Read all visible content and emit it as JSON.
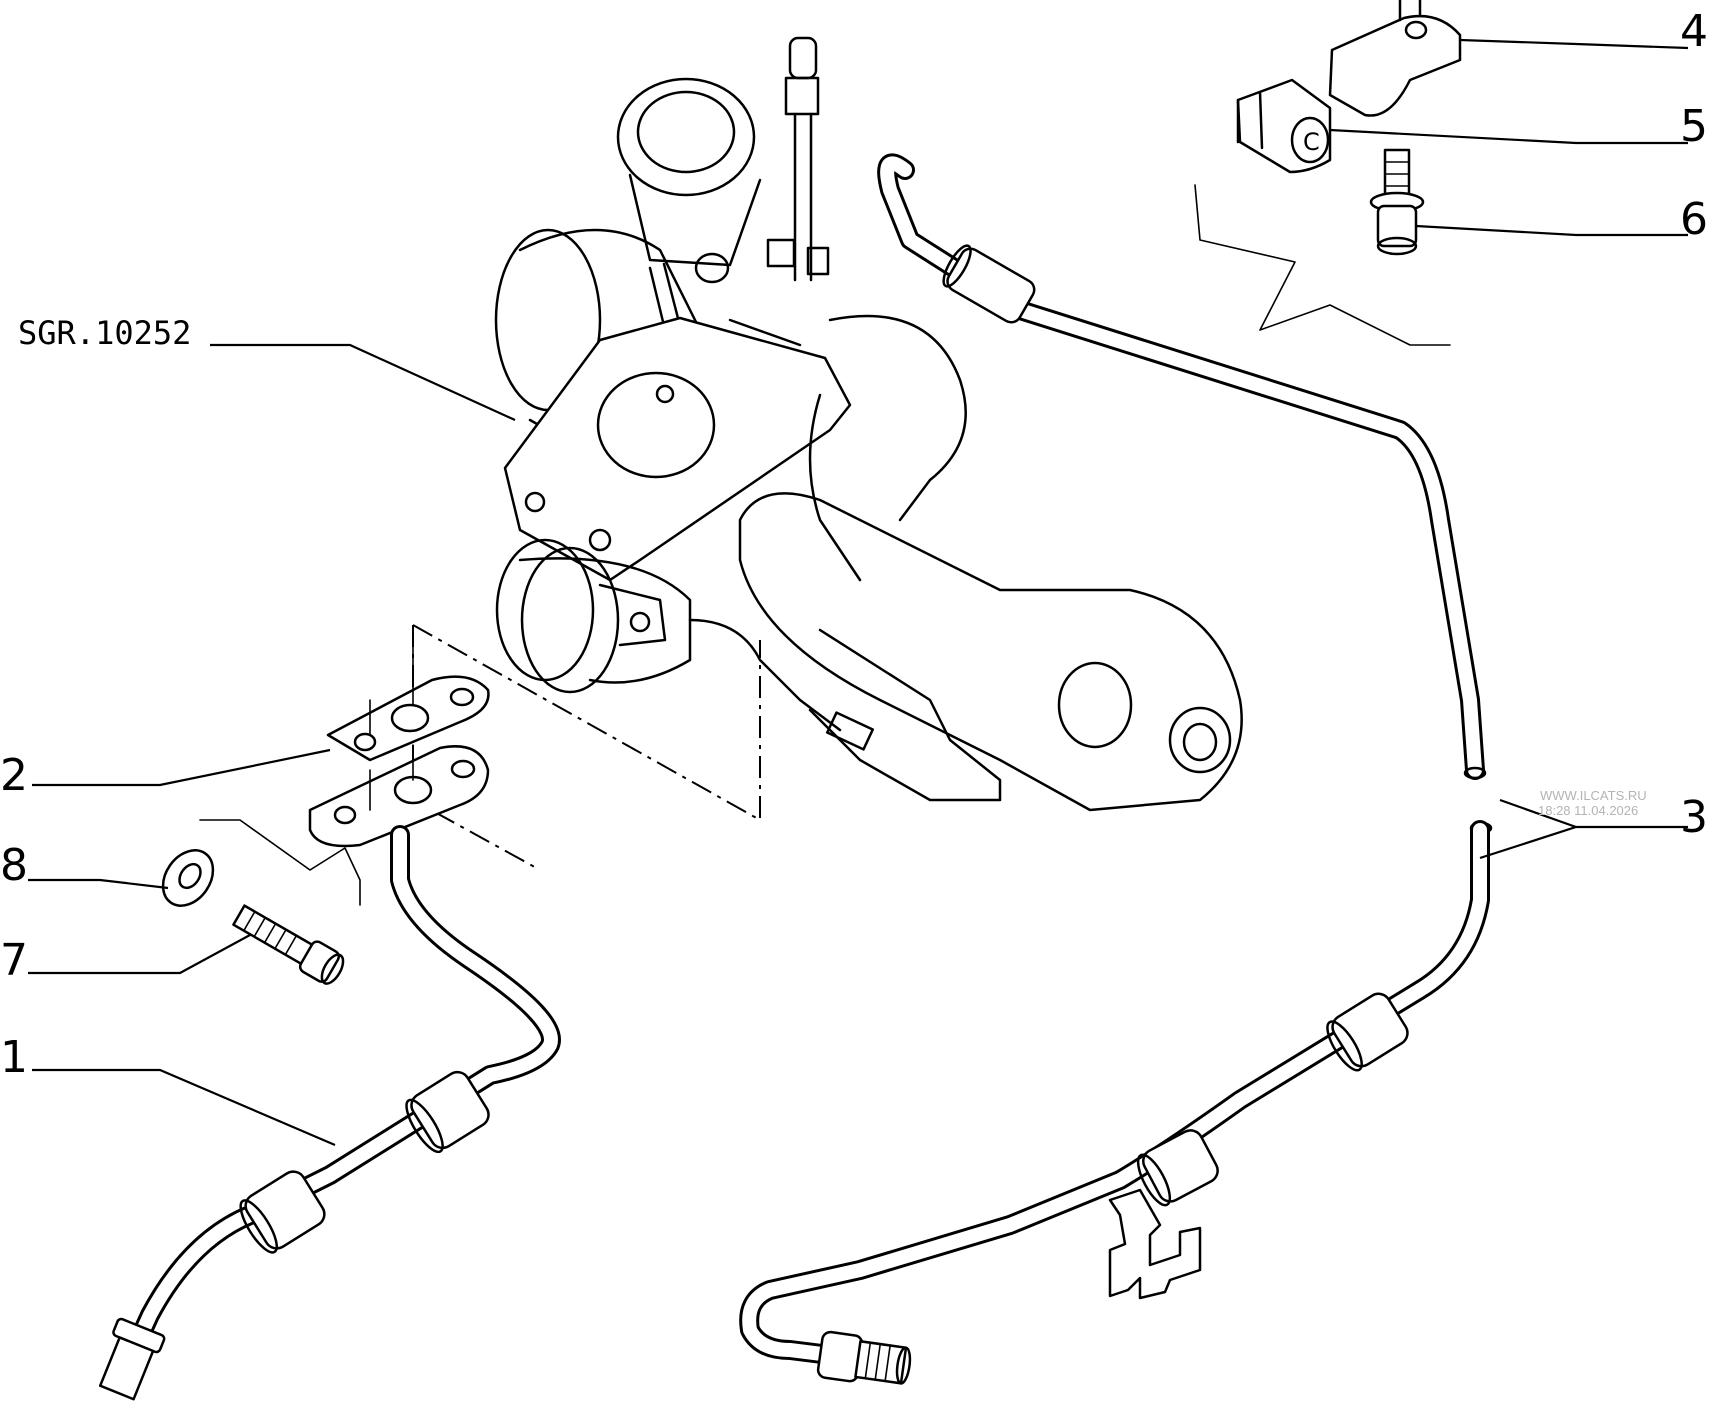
{
  "diagram": {
    "reference_label": "SGR.10252",
    "callouts": [
      {
        "id": "1",
        "label": "1"
      },
      {
        "id": "2",
        "label": "2"
      },
      {
        "id": "3",
        "label": "3"
      },
      {
        "id": "4",
        "label": "4"
      },
      {
        "id": "5",
        "label": "5"
      },
      {
        "id": "6",
        "label": "6"
      },
      {
        "id": "7",
        "label": "7"
      },
      {
        "id": "8",
        "label": "8"
      }
    ],
    "watermark": {
      "site": "WWW.ILCATS.RU",
      "datetime": "18:28 11.04.2026"
    }
  }
}
